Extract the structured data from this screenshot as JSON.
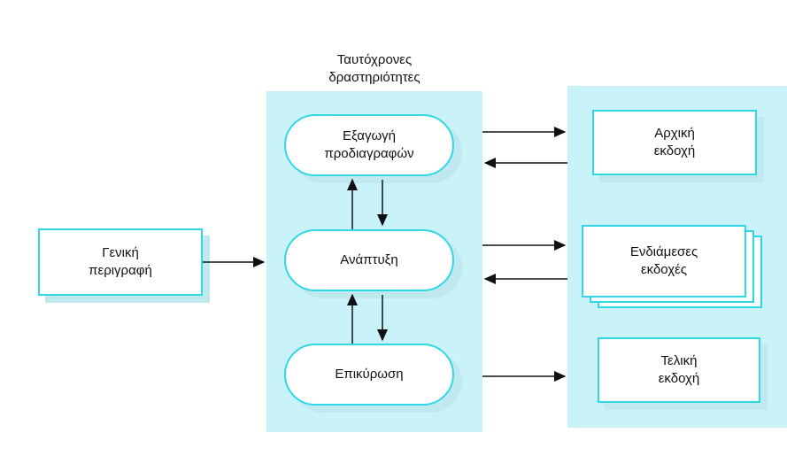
{
  "nodes": {
    "concurrent_activities": {
      "line1": "Ταυτόχρονες",
      "line2": "δραστηριότητες"
    },
    "outline_description": {
      "line1": "Γενική",
      "line2": "περιγραφή"
    },
    "specification": {
      "line1": "Εξαγωγή",
      "line2": "προδιαγραφών"
    },
    "development": {
      "line1": "Ανάπτυξη"
    },
    "validation": {
      "line1": "Επικύρωση"
    },
    "initial_version": {
      "line1": "Αρχική",
      "line2": "εκδοχή"
    },
    "intermediate_versions": {
      "line1": "Ενδιάμεσες",
      "line2": "εκδοχές"
    },
    "final_version": {
      "line1": "Τελική",
      "line2": "εκδοχή"
    }
  },
  "colors": {
    "panel": "#c9f3f8",
    "border": "#31d7e6",
    "shadow": "#bfe9ef",
    "arrow": "#111111"
  }
}
